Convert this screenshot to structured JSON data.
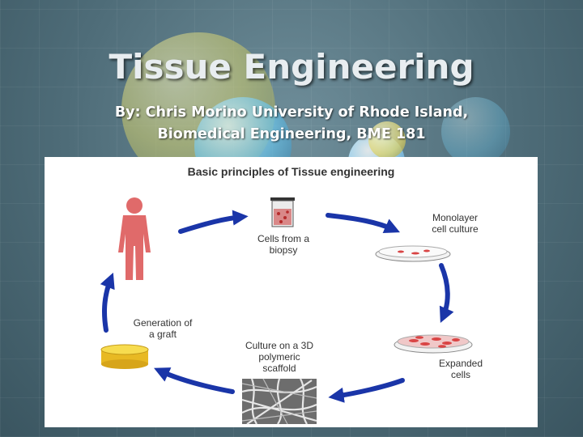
{
  "slide": {
    "title": "Tissue Engineering",
    "subtitle_line1": "By: Chris Morino University of Rhode Island,",
    "subtitle_line2": "Biomedical Engineering, BME 181"
  },
  "diagram": {
    "title": "Basic principles of Tissue engineering",
    "steps": [
      {
        "label": "Cells from a\nbiopsy"
      },
      {
        "label": "Monolayer\ncell culture"
      },
      {
        "label": "Expanded\ncells"
      },
      {
        "label": "Culture on a 3D\npolymeric\nscaffold"
      },
      {
        "label": "Generation of\na graft"
      }
    ],
    "colors": {
      "arrow": "#1a35a8",
      "human": "#e06a6a",
      "cells": "#d94545",
      "graft": "#f3d23a"
    }
  }
}
